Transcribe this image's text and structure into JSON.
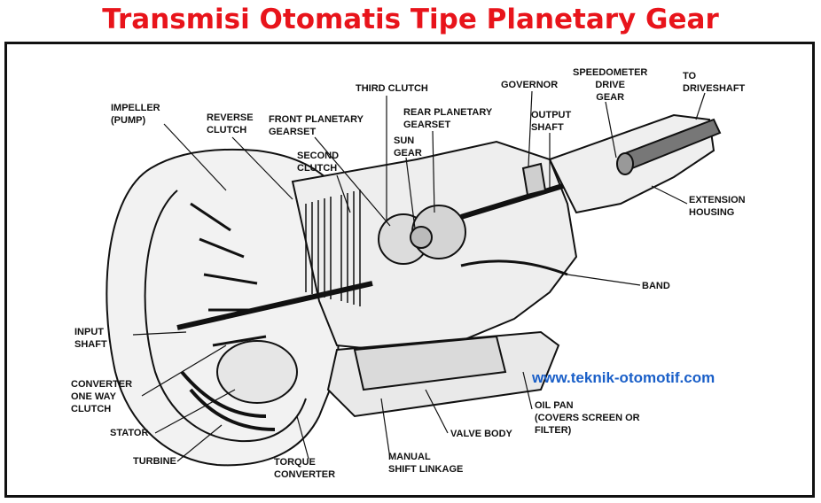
{
  "title": "Transmisi Otomatis Tipe Planetary Gear",
  "website": "www.teknik-otomotif.com",
  "colors": {
    "title": "#e8141b",
    "website": "#1a5fc8",
    "lines": "#111111"
  },
  "labels": {
    "impeller": "IMPELLER\n(PUMP)",
    "reverse_clutch": "REVERSE\nCLUTCH",
    "front_planetary": "FRONT PLANETARY\nGEARSET",
    "third_clutch": "THIRD CLUTCH",
    "rear_planetary": "REAR PLANETARY\nGEARSET",
    "governor": "GOVERNOR",
    "speedometer": "SPEEDOMETER\nDRIVE\nGEAR",
    "to_driveshaft": "TO\nDRIVESHAFT",
    "output_shaft": "OUTPUT\nSHAFT",
    "second_clutch": "SECOND\nCLUTCH",
    "sun_gear": "SUN\nGEAR",
    "extension_housing": "EXTENSION\nHOUSING",
    "band": "BAND",
    "input_shaft": "INPUT\nSHAFT",
    "converter_one_way": "CONVERTER\nONE WAY\nCLUTCH",
    "oil_pan": "OIL PAN\n(COVERS SCREEN OR\nFILTER)",
    "valve_body": "VALVE BODY",
    "stator": "STATOR",
    "turbine": "TURBINE",
    "torque_converter": "TORQUE\nCONVERTER",
    "manual_shift": "MANUAL\nSHIFT LINKAGE"
  }
}
